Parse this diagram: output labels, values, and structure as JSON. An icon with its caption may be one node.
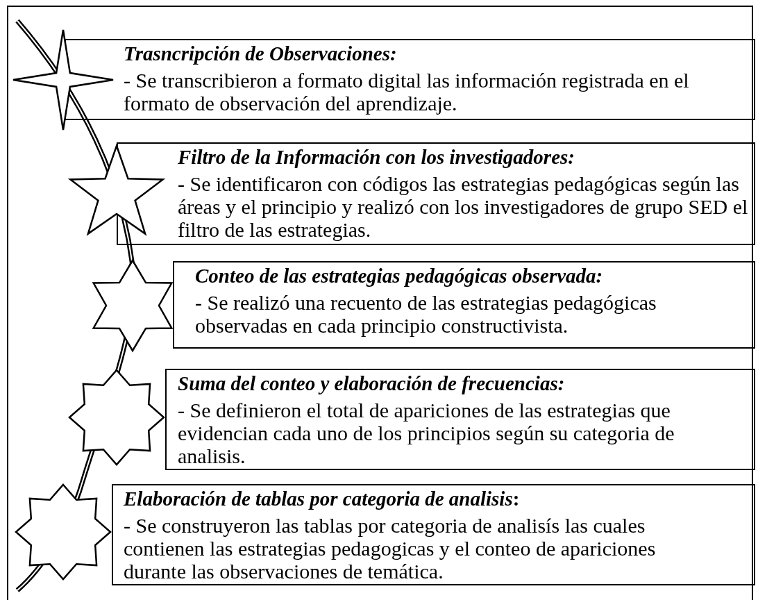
{
  "diagram": {
    "nodes": [
      {
        "text": [
          "Trasncripción de Observaciones:",
          "- Se transcribieron a formato digital las información registrada en el formato de observación del aprendizaje."
        ]
      },
      {
        "text": [
          "Filtro de la Información con los investigadores:",
          "- Se identificaron con códigos las estrategias pedagógicas según las áreas y el principio y realizó con los investigadores de grupo SED el filtro de las estrategias."
        ]
      },
      {
        "text": [
          "Conteo de las estrategias pedagógicas observada:",
          "- Se realizó una recuento de las estrategias pedagógicas observadas en cada principio constructivista."
        ]
      },
      {
        "text": [
          "Suma del conteo y elaboración de frecuencias:",
          "- Se definieron el total de apariciones de las estrategias que evidencian cada uno de los principios según su categoria de analisis."
        ]
      },
      {
        "text": [
          "*Elaboración de tablas por categoria de analisis*:",
          "- Se construyeron las tablas por categoria de analisís las cuales contienen las estrategias pedagogicas y el conteo de apariciones durante las observaciones de temática."
        ]
      }
    ],
    "edges": []
  }
}
